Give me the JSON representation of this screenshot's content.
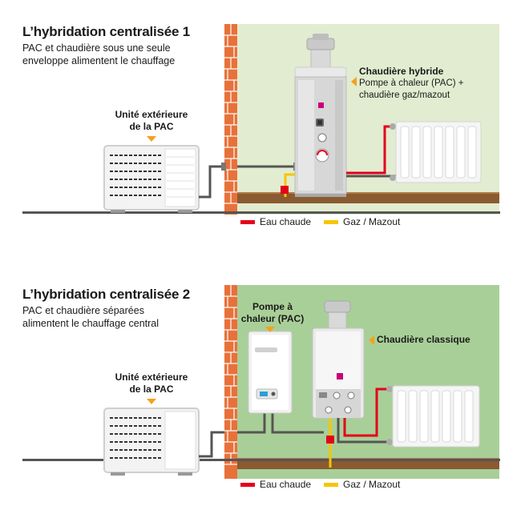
{
  "panel1": {
    "title": "L’hybridation centralisée 1",
    "subtitle_line1": "PAC et chaudière sous une seule",
    "subtitle_line2": "enveloppe alimentent le chauffage",
    "outdoor_unit_line1": "Unité extérieure",
    "outdoor_unit_line2": "de la PAC",
    "boiler_title": "Chaudière hybride",
    "boiler_desc_line1": "Pompe à chaleur (PAC) +",
    "boiler_desc_line2": "chaudière gaz/mazout",
    "legend_hot": "Eau chaude",
    "legend_gas": "Gaz / Mazout"
  },
  "panel2": {
    "title": "L’hybridation centralisée 2",
    "subtitle_line1": "PAC et chaudière séparées",
    "subtitle_line2": "alimentent  le chauffage central",
    "heatpump_line1": "Pompe à",
    "heatpump_line2": "chaleur (PAC)",
    "boiler_label": "Chaudière classique",
    "outdoor_unit_line1": "Unité extérieure",
    "outdoor_unit_line2": "de la PAC",
    "legend_hot": "Eau chaude",
    "legend_gas": "Gaz / Mazout"
  },
  "colors": {
    "hot_water": "#e3001b",
    "gas": "#f7c500",
    "accent": "#f5a11c",
    "brick": "#e8713a",
    "wall_panel1": "#e2ecd0",
    "wall_panel2": "#a9cf98",
    "floor": "#8a5a30"
  }
}
